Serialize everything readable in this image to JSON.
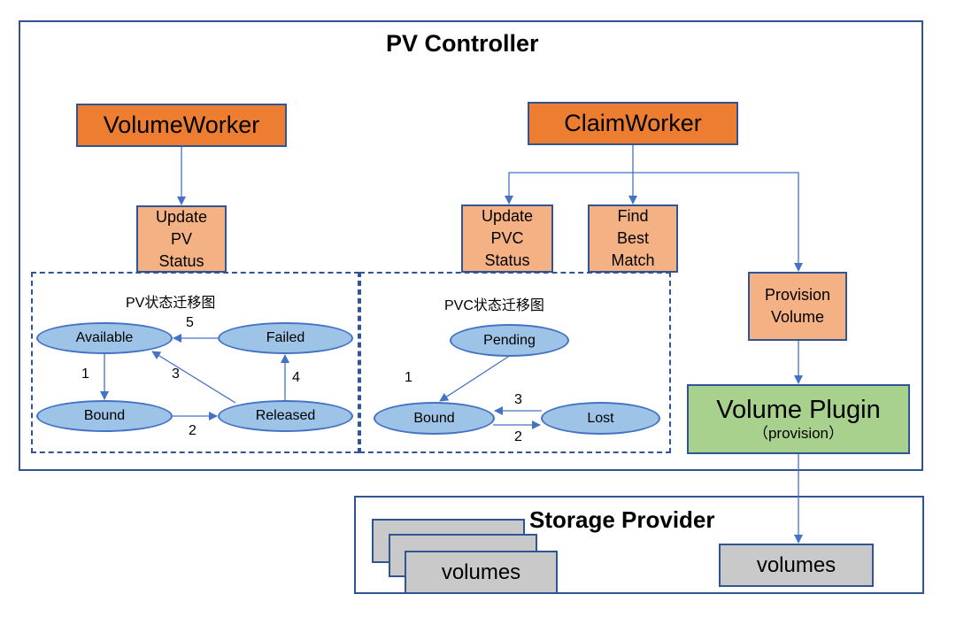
{
  "controller": {
    "title": "PV Controller",
    "volume_worker": "VolumeWorker",
    "claim_worker": "ClaimWorker",
    "tasks": {
      "update_pv_status": "Update\nPV\nStatus",
      "update_pvc_status": "Update\nPVC\nStatus",
      "find_best_match": "Find\nBest\nMatch",
      "provision_volume": "Provision\nVolume"
    },
    "volume_plugin": {
      "title": "Volume Plugin",
      "subtitle": "（provision）"
    }
  },
  "pv_state_diagram": {
    "title": "PV状态迁移图",
    "states": {
      "available": "Available",
      "failed": "Failed",
      "bound": "Bound",
      "released": "Released"
    },
    "transitions": [
      {
        "label": "1",
        "from": "Available",
        "to": "Bound"
      },
      {
        "label": "2",
        "from": "Bound",
        "to": "Released"
      },
      {
        "label": "3",
        "from": "Released",
        "to": "Available"
      },
      {
        "label": "4",
        "from": "Released",
        "to": "Failed"
      },
      {
        "label": "5",
        "from": "Failed",
        "to": "Available"
      }
    ]
  },
  "pvc_state_diagram": {
    "title": "PVC状态迁移图",
    "states": {
      "pending": "Pending",
      "bound": "Bound",
      "lost": "Lost"
    },
    "transitions": [
      {
        "label": "1",
        "from": "Pending",
        "to": "Bound"
      },
      {
        "label": "2",
        "from": "Bound",
        "to": "Lost"
      },
      {
        "label": "3",
        "from": "Lost",
        "to": "Bound"
      }
    ]
  },
  "storage": {
    "title": "Storage Provider",
    "volumes_stack_label": "volumes",
    "volumes_label": "volumes"
  },
  "colors": {
    "worker": "#ed7d31",
    "task": "#f4b183",
    "plugin": "#a9d18e",
    "state": "#9dc3e6",
    "volume": "#c9c9c9",
    "border": "#2f5597",
    "arrow": "#4472c4"
  }
}
